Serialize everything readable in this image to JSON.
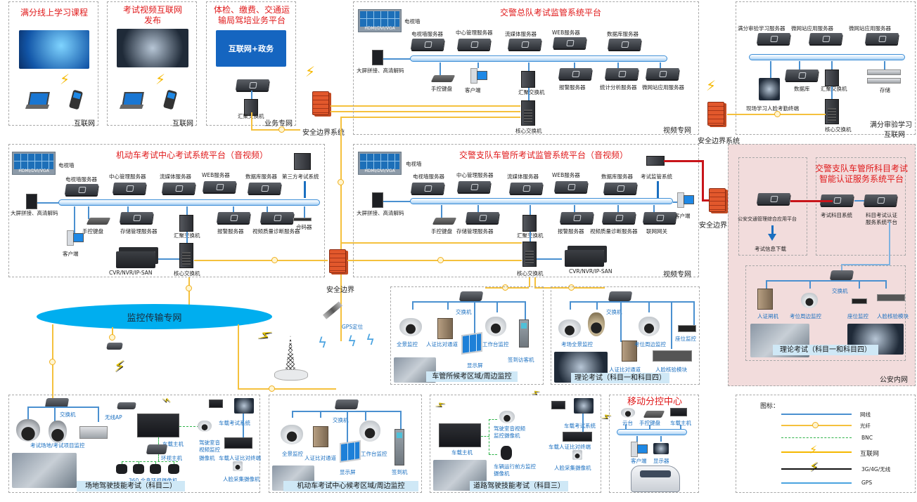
{
  "diagram": {
    "top_panels": {
      "online_course": {
        "title": "满分线上学习课程",
        "network": "互联网"
      },
      "video_publish": {
        "title_line1": "考试视频互联网",
        "title_line2": "发布",
        "network": "互联网"
      },
      "business_platform": {
        "title_line1": "体检、缴费、交通运",
        "title_line2": "输局驾培业务平台",
        "banner": "互联网+政务",
        "switch": "汇聚交换机",
        "network": "业务专网"
      }
    },
    "security_boundary": "安全边界系统",
    "security_boundary_short": "安全边界",
    "hq_platform": {
      "title": "交警总队考试监管系统平台",
      "tv_wall": "电视墙",
      "tv_caption": "HDMI/DVI/VGA",
      "decoder": "大屏拼接、高清解码",
      "top_servers": [
        "电视墙服务器",
        "中心管理服务器",
        "流媒体服务器",
        "WEB服务器",
        "数据库服务器"
      ],
      "bottom_items": [
        "手控键盘",
        "客户端",
        "汇聚交换机",
        "报警服务器",
        "统计分析服务器",
        "微网站应用服务器"
      ],
      "core_switch": "核心交换机",
      "network": "视频专网"
    },
    "full_score_platform": {
      "top_servers": [
        "满分审验学习服务器",
        "微网站应用服务器",
        "微网站应用服务器"
      ],
      "bottom_items": [
        "现场学习人脸考勤终端",
        "数据库",
        "汇聚交换机",
        "存储"
      ],
      "core_switch": "核心交换机",
      "network_line1": "满分审验学习",
      "network_line2": "互联网"
    },
    "center_platform": {
      "title": "机动车考试中心考试系统平台（音视频）",
      "tv_wall": "电视墙",
      "tv_caption": "HDMI/DVI/VGA",
      "decoder": "大屏拼接、高清解码",
      "top_servers": [
        "电视墙服务器",
        "中心管理服务器",
        "流媒体服务器",
        "WEB服务器",
        "数据库服务器",
        "第三方考试系统"
      ],
      "bottom_items": [
        "手控键盘",
        "存储管理服务器",
        "汇聚交换机",
        "报警服务器",
        "视频质量诊断服务器",
        "合码器"
      ],
      "client": "客户端",
      "storage": "CVR/NVR/IP-SAN",
      "core_switch": "核心交换机"
    },
    "branch_platform": {
      "title": "交警支队车管所考试监管系统平台（音视频）",
      "tv_wall": "电视墙",
      "tv_caption": "HDMI/DVI/VGA",
      "decoder": "大屏拼接、高清解码",
      "top_servers": [
        "电视墙服务器",
        "中心管理服务器",
        "流媒体服务器",
        "WEB服务器",
        "数据库服务器",
        "考试监管系统"
      ],
      "bottom_items": [
        "手控键盘",
        "存储管理服务器",
        "汇聚交换机",
        "报警服务器",
        "视频质量诊断服务器",
        "联网网关"
      ],
      "client": "客户端",
      "storage": "CVR/NVR/IP-SAN",
      "core_switch": "核心交换机",
      "network": "视频专网"
    },
    "police_intranet": {
      "network": "公安内网",
      "comprehensive_platform": "公安交通管理综合应用平台",
      "download": "考试信息下载",
      "auth_title_line1": "交警支队车管所科目考试",
      "auth_title_line2": "智能认证服务系统平台",
      "exam_subject_system": "考试科目系统",
      "auth_platform_line1": "科目考试认证",
      "auth_platform_line2": "服务系统平台",
      "switch": "交换机",
      "devices": [
        "人证闸机",
        "考位周边监控",
        "座位监控",
        "人脸核验模块"
      ],
      "caption": "理论考试（科目一和科目四）"
    },
    "monitor_network": {
      "title": "监控传输专网",
      "gps": "GPS定位"
    },
    "waiting_area": {
      "switch": "交换机",
      "devices": [
        "全景监控",
        "人证比对通道",
        "显示屏",
        "工作台监控",
        "签到访客机"
      ],
      "caption": "车管所候考区域/周边监控"
    },
    "theory_exam": {
      "switch": "交换机",
      "devices": [
        "考场全景监控",
        "人证比对通道",
        "考位周边监控",
        "座位监控",
        "人脸核验模块"
      ],
      "caption": "理论考试（科目一和科目四）"
    },
    "field_exam": {
      "switch": "交换机",
      "wireless_ap": "无线AP",
      "cameras_label": "考试场地/考试项目监控",
      "host": "车载主机",
      "surround_host": "环视主机",
      "surround_cams": "360 全息环视摄像机",
      "cabin_cam_line1": "驾驶室音",
      "cabin_cam_line2": "视频监控",
      "cabin_cam_line3": "摄像机",
      "vehicle_system": "车载考试系统",
      "id_terminal": "车载人证比对终端",
      "face_cam": "人脸采集摄像机",
      "caption": "场地驾驶技能考试（科目二）"
    },
    "center_waiting": {
      "switch": "交换机",
      "devices": [
        "全景监控",
        "人证比对通道",
        "显示屏",
        "工作台监控",
        "签到机"
      ],
      "caption": "机动车考试中心候考区域/周边监控"
    },
    "road_exam": {
      "host": "车载主机",
      "cabin_cam_line1": "驾驶室音视频",
      "cabin_cam_line2": "监控摄像机",
      "front_cam_line1": "车辆运行前方监控",
      "front_cam_line2": "摄像机",
      "vehicle_system": "车载考试系统",
      "id_terminal": "车载人证比对终端",
      "face_cam": "人脸采集摄像机",
      "caption": "道路驾驶技能考试（科目三）"
    },
    "mobile_center": {
      "title": "移动分控中心",
      "devices": [
        "云台",
        "手控键盘",
        "车载主机"
      ],
      "bottom": [
        "客户端",
        "显示器"
      ]
    },
    "legend": {
      "title": "图标：",
      "items": [
        "网线",
        "光纤",
        "BNC",
        "互联网",
        "3G/4G/无线",
        "GPS"
      ]
    },
    "colors": {
      "title_red": "#e0191a",
      "network_line": "#4a90d0",
      "fiber": "#f5c13d",
      "bnc": "#2fb34a",
      "red_link": "#c8141a",
      "cloud": "#00aeef",
      "intranet_bg": "#f2dcdc"
    }
  }
}
